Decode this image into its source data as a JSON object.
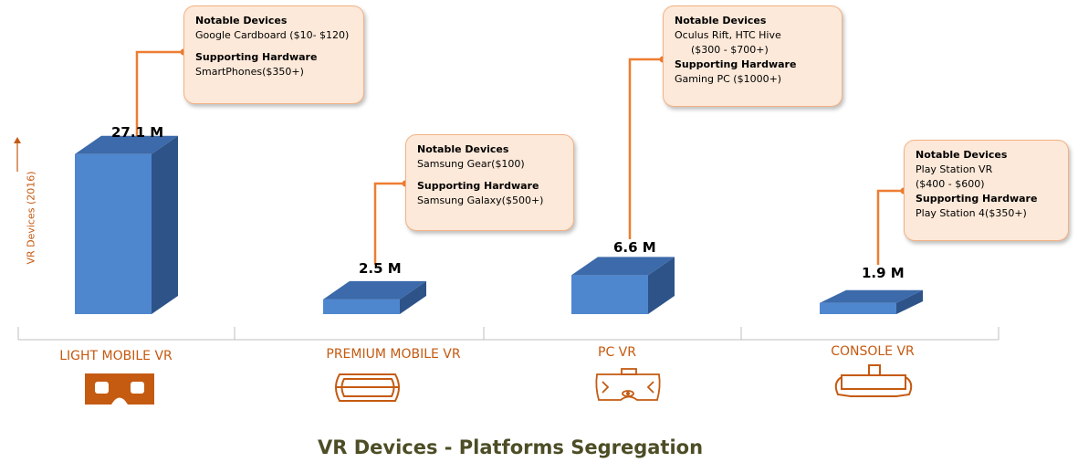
{
  "chart_data": {
    "type": "bar",
    "title": "VR Devices - Platforms Segregation",
    "ylabel": "VR Devices (2016)",
    "ylim": [
      0,
      30
    ],
    "categories": [
      "LIGHT MOBILE VR",
      "PREMIUM MOBILE VR",
      "PC VR",
      "CONSOLE VR"
    ],
    "values": [
      27.1,
      2.5,
      6.6,
      1.9
    ],
    "value_labels": [
      "27.1 M",
      "2.5 M",
      "6.6 M",
      "1.9 M"
    ],
    "colors": {
      "bar_front": "#4f87cf",
      "bar_side": "#2d5389",
      "bar_top": "#3c6aaa",
      "accent": "#c55a11",
      "callout_line": "#ed7d31"
    },
    "callouts": [
      {
        "notable_heading": "Notable Devices",
        "notable": [
          "Google Cardboard ($10- $120)"
        ],
        "hardware_heading": "Supporting Hardware",
        "hardware": "SmartPhones($350+)"
      },
      {
        "notable_heading": "Notable Devices",
        "notable": [
          "Samsung Gear($100)"
        ],
        "hardware_heading": "Supporting Hardware",
        "hardware": "Samsung Galaxy($500+)"
      },
      {
        "notable_heading": "Notable Devices",
        "notable": [
          "Oculus Rift, HTC Hive",
          "($300 - $700+)"
        ],
        "hardware_heading": "Supporting Hardware",
        "hardware": "Gaming PC ($1000+)"
      },
      {
        "notable_heading": "Notable Devices",
        "notable": [
          "Play Station VR",
          "($400 - $600)"
        ],
        "hardware_heading": "Supporting Hardware",
        "hardware": "Play Station 4($350+)"
      }
    ],
    "icons": [
      "cardboard-headset-icon",
      "premium-headset-icon",
      "pc-vr-headset-icon",
      "console-headset-icon"
    ]
  }
}
